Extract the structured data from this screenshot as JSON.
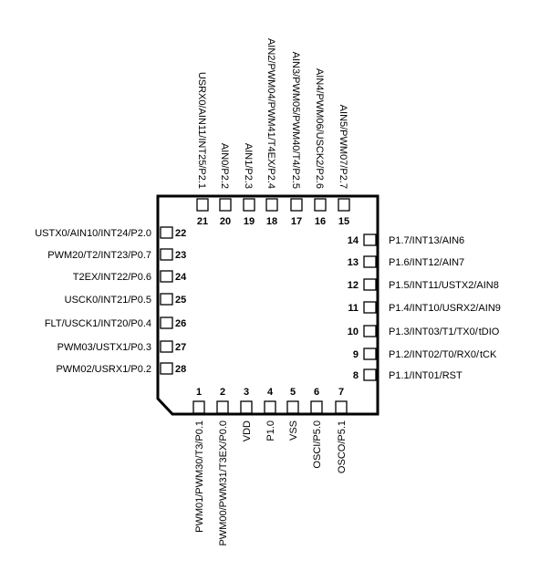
{
  "chip": {
    "body_color": "#000000",
    "accent_text_color": "#2f5fb0"
  },
  "pins": {
    "left": [
      {
        "num": "22",
        "label": "USTX0/AIN10/INT24/P2.0"
      },
      {
        "num": "23",
        "label": "PWM20/T2/INT23/P0.7"
      },
      {
        "num": "24",
        "label": "T2EX/INT22/P0.6"
      },
      {
        "num": "25",
        "label": "USCK0/INT21/P0.5"
      },
      {
        "num": "26",
        "label": "FLT/USCK1/INT20/P0.4"
      },
      {
        "num": "27",
        "label": "PWM03/USTX1/P0.3"
      },
      {
        "num": "28",
        "label": "PWM02/USRX1/P0.2"
      }
    ],
    "top": [
      {
        "num": "21",
        "label": "USRX0/AIN11/INT25/P2.1"
      },
      {
        "num": "20",
        "label": "AIN0/P2.2"
      },
      {
        "num": "19",
        "label": "AIN1/P2.3"
      },
      {
        "num": "18",
        "label": "AIN2/PWM04/PWM41/T4EX/P2.4"
      },
      {
        "num": "17",
        "label": "AIN3/PWM05/PWM40/T4/P2.5"
      },
      {
        "num": "16",
        "label": "AIN4/PWM06/USCK2/P2.6"
      },
      {
        "num": "15",
        "label": "AIN5/PWM07/P2.7"
      }
    ],
    "right": [
      {
        "num": "14",
        "label": "P1.7/INT13/AIN6"
      },
      {
        "num": "13",
        "label": "P1.6/INT12/AIN7"
      },
      {
        "num": "12",
        "label": "P1.5/INT11/USTX2/AIN8"
      },
      {
        "num": "11",
        "label": "P1.4/INT10/USRX2/AIN9"
      },
      {
        "num": "10",
        "label": "P1.3/INT03/T1/TX0/",
        "accent": "tDIO"
      },
      {
        "num": "9",
        "label": "P1.2/INT02/T0/RX0/",
        "accent": "tCK"
      },
      {
        "num": "8",
        "label": "P1.1/INT01/RST"
      }
    ],
    "bottom": [
      {
        "num": "1",
        "label": "PWM01/PWM30/T3/P0.1"
      },
      {
        "num": "2",
        "label": "PWM00/PWM31/T3EX/P0.0"
      },
      {
        "num": "3",
        "label": "VDD"
      },
      {
        "num": "4",
        "label": "P1.0"
      },
      {
        "num": "5",
        "label": "VSS"
      },
      {
        "num": "6",
        "label": "OSCI/P5.0"
      },
      {
        "num": "7",
        "label": "OSCO/P5.1"
      }
    ]
  }
}
